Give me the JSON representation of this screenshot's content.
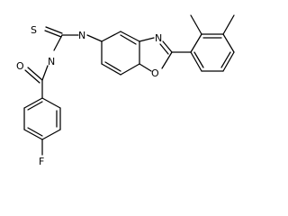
{
  "molecule": {
    "atoms": {
      "thione_s": "S",
      "amide_o": "O",
      "amide_nh": "N",
      "thiourea_nh": "N",
      "oxazole_n": "N",
      "oxazole_o": "O",
      "fluorine": "F"
    },
    "atom_colors": {
      "default": "#000000"
    }
  }
}
